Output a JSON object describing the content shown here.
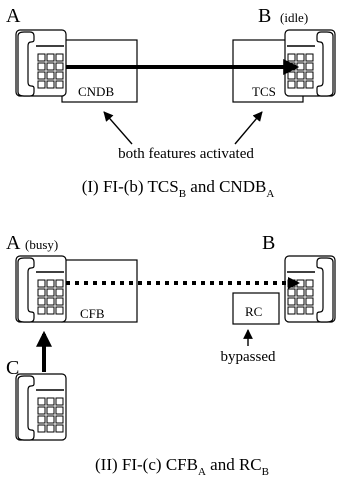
{
  "diagram_1": {
    "party_a_label": "A",
    "party_b_label": "B",
    "party_b_state": "(idle)",
    "feature_a_label": "CNDB",
    "feature_b_label": "TCS",
    "annotation": "both features activated",
    "caption": {
      "prefix": "(I) FI-(b)  ",
      "term1_base": "TCS",
      "term1_sub": "B",
      "joiner": " and ",
      "term2_base": "CNDB",
      "term2_sub": "A"
    }
  },
  "diagram_2": {
    "party_a_label": "A",
    "party_a_state": "(busy)",
    "party_b_label": "B",
    "party_c_label": "C",
    "feature_a_label": "CFB",
    "feature_b_label": "RC",
    "annotation": "bypassed",
    "caption": {
      "prefix": "(II) FI-(c)  ",
      "term1_base": "CFB",
      "term1_sub": "A",
      "joiner": " and ",
      "term2_base": "RC",
      "term2_sub": "B"
    }
  }
}
